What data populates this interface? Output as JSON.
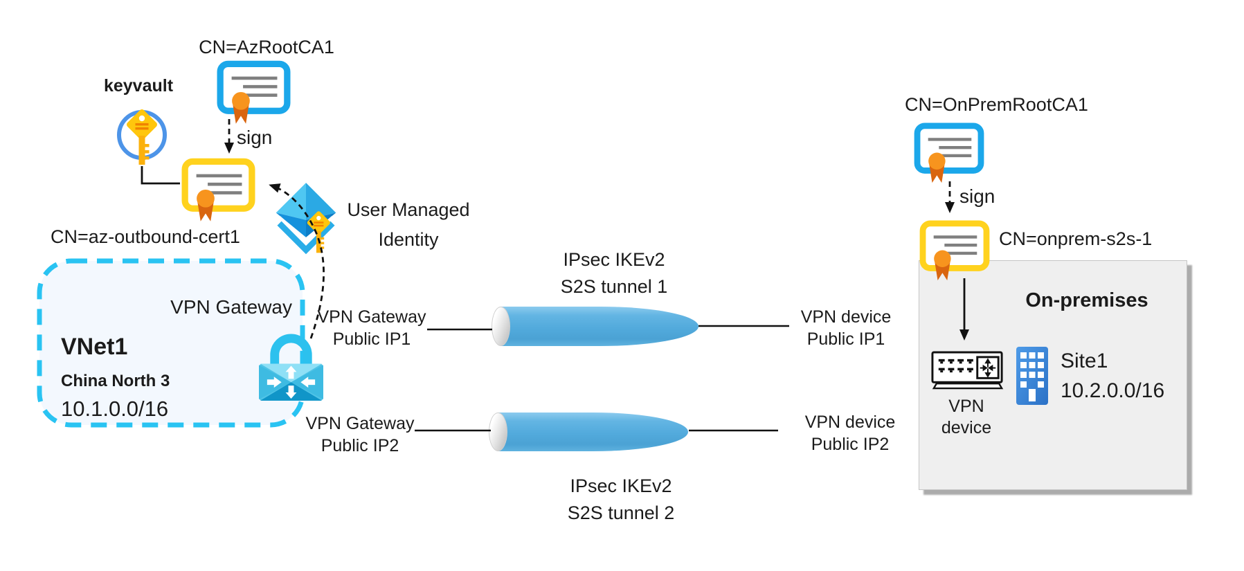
{
  "azure": {
    "root_ca_label": "CN=AzRootCA1",
    "keyvault_label": "keyvault",
    "sign_label": "sign",
    "outbound_cert_label": "CN=az-outbound-cert1",
    "umi_line1": "User Managed",
    "umi_line2": "Identity",
    "vnet": {
      "gateway_label": "VPN Gateway",
      "name": "VNet1",
      "region": "China North 3",
      "cidr": "10.1.0.0/16"
    }
  },
  "tunnel1": {
    "title1": "IPsec IKEv2",
    "title2": "S2S tunnel 1",
    "left1": "VPN Gateway",
    "left2": "Public IP1",
    "right1": "VPN device",
    "right2": "Public IP1"
  },
  "tunnel2": {
    "title1": "IPsec IKEv2",
    "title2": "S2S tunnel 2",
    "left1": "VPN Gateway",
    "left2": "Public IP2",
    "right1": "VPN device",
    "right2": "Public IP2"
  },
  "onprem": {
    "root_ca_label": "CN=OnPremRootCA1",
    "sign_label": "sign",
    "cert_label": "CN=onprem-s2s-1",
    "box_title": "On-premises",
    "device_line1": "VPN",
    "device_line2": "device",
    "site_name": "Site1",
    "site_cidr": "10.2.0.0/16"
  },
  "colors": {
    "cert_blue": "#1BA7EA",
    "cert_gold": "#FFD21E",
    "seal_orange": "#F7941E",
    "ribbon_orange": "#D9650F",
    "vnet_dash_cyan": "#29C3F2",
    "vnet_fill": "#F3F8FE",
    "tunnel_blue": "#52AADC",
    "key_yellow": "#FFC60D",
    "keyvault_ring_blue": "#4D94E8",
    "building_blue": "#3787D8",
    "onprem_box_gray": "#EFEFEF",
    "text": "#1B1B1B"
  }
}
